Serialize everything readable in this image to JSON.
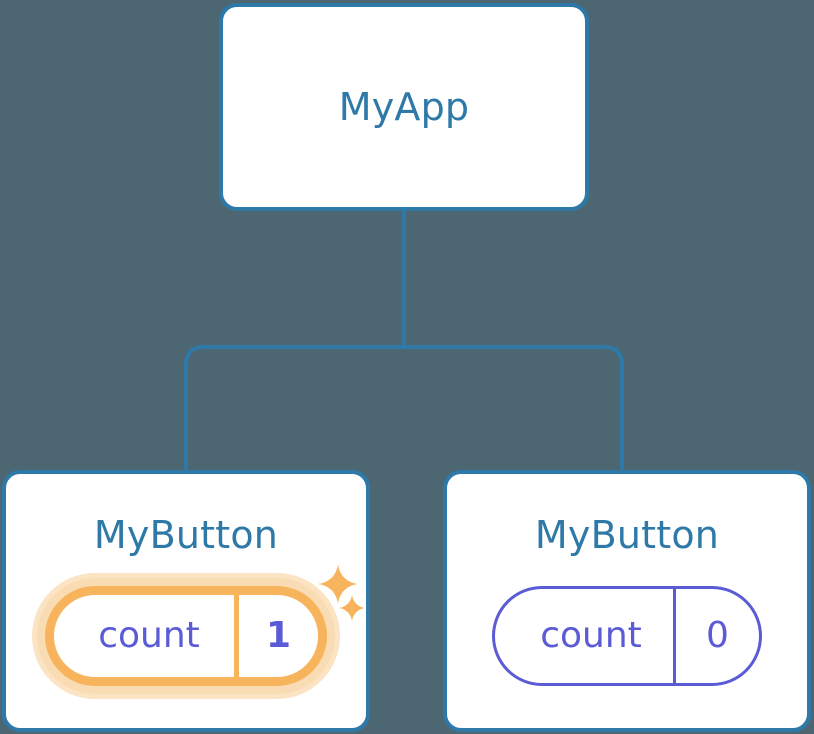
{
  "diagram": {
    "type": "component-tree",
    "background_color": "#4c6672",
    "accent_border_color": "#2e79a8",
    "title_color": "#2e79a8",
    "state_color": "#5b5bd6",
    "highlight_color": "#f7b45c",
    "highlight_glow_color": "#fadcb4"
  },
  "root": {
    "title": "MyApp"
  },
  "children": [
    {
      "title": "MyButton",
      "state": {
        "key": "count",
        "value": "1"
      },
      "highlighted": true,
      "sparkles": [
        "sparkle-large-icon",
        "sparkle-small-icon"
      ]
    },
    {
      "title": "MyButton",
      "state": {
        "key": "count",
        "value": "0"
      },
      "highlighted": false,
      "sparkles": []
    }
  ]
}
